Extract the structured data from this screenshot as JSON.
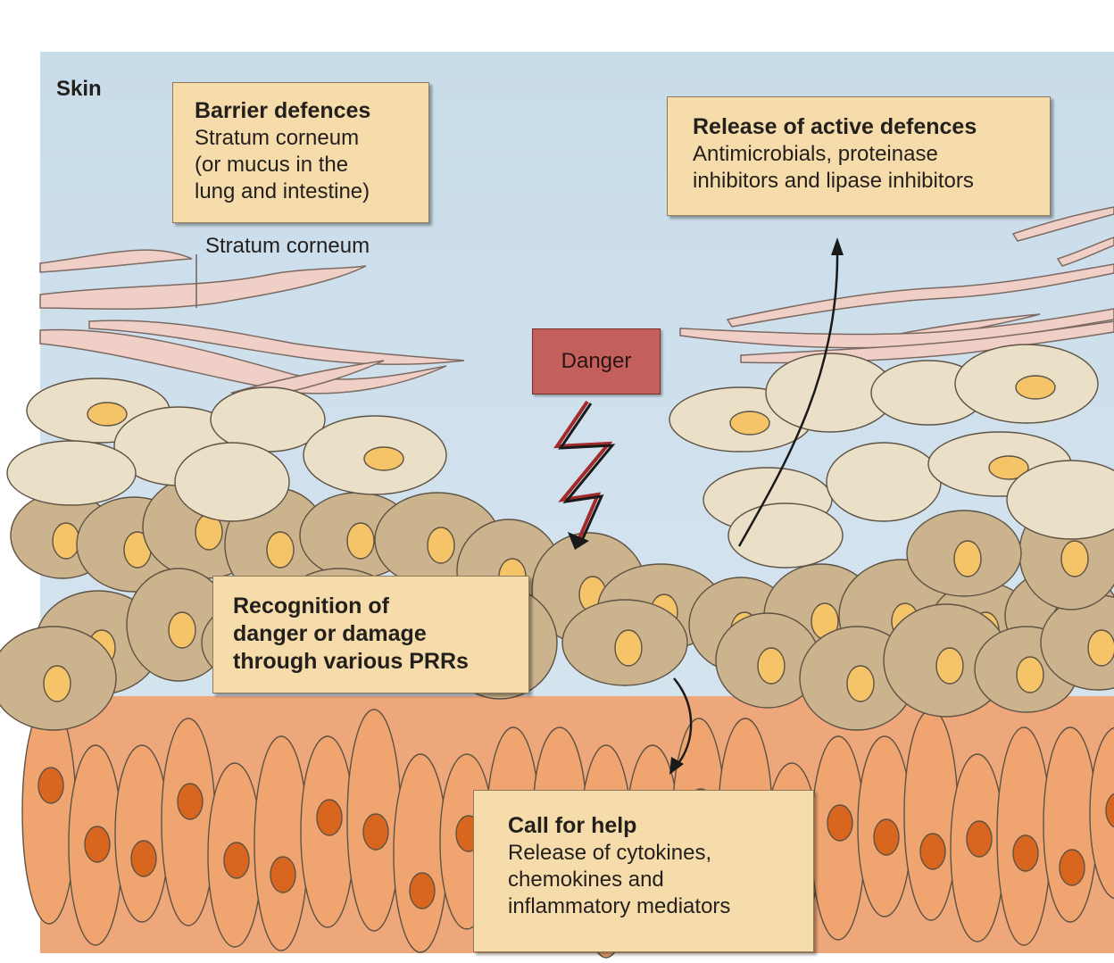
{
  "region_label": "Skin",
  "layer_label": "Stratum corneum",
  "danger_label": "Danger",
  "barrier": {
    "title": "Barrier defences",
    "lines": [
      "Stratum corneum",
      "(or mucus in the",
      "lung and intestine)"
    ]
  },
  "active": {
    "title": "Release of active defences",
    "lines": [
      "Antimicrobials, proteinase",
      "inhibitors and lipase inhibitors"
    ]
  },
  "recognition": {
    "lines": [
      "Recognition of",
      "danger or damage",
      "through various PRRs"
    ]
  },
  "help": {
    "title": "Call for help",
    "lines": [
      "Release of cytokines,",
      "chemokines and",
      "inflammatory mediators"
    ]
  },
  "colors": {
    "sky": "#cfe0ec",
    "keratin": "#f0cfc6",
    "upper_cell": "#e9e0c7",
    "middle_cell": "#cbb48d",
    "basal_cell": "#f0a570",
    "nucleus_light": "#f5c469",
    "nucleus_dark": "#d8661f",
    "box_fill": "#f6dcaa",
    "danger_fill": "#c4605b"
  }
}
